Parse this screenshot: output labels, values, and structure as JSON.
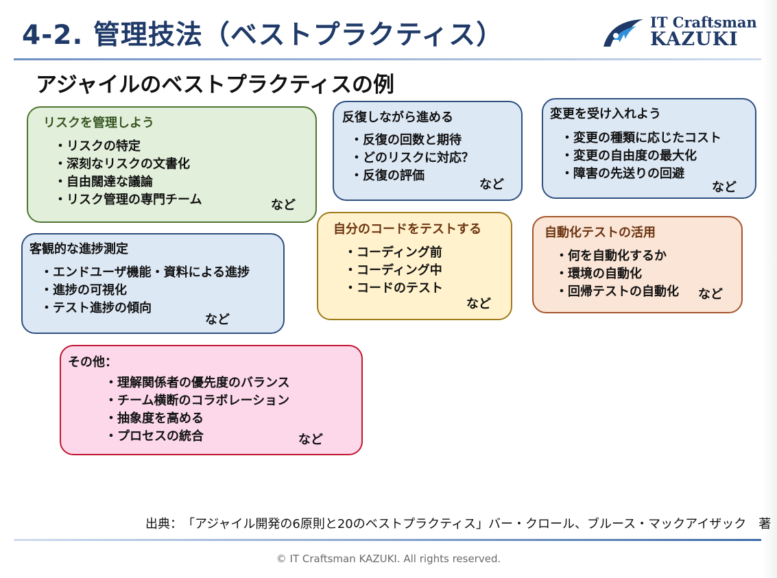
{
  "slide": {
    "title": "4-2.  管理技法（ベストプラクティス）",
    "subtitle": "アジャイルのベストプラクティスの例"
  },
  "logo": {
    "line1": "IT Craftsman",
    "line2": "KAZUKI"
  },
  "cards": {
    "risk": {
      "title": "リスクを管理しよう",
      "items": [
        "リスクの特定",
        "深刻なリスクの文書化",
        "自由闊達な議論",
        "リスク管理の専門チーム"
      ],
      "etc": "など"
    },
    "iterate": {
      "title": "反復しながら進める",
      "items": [
        "反復の回数と期待",
        "どのリスクに対応？",
        "反復の評価"
      ],
      "etc": "など"
    },
    "change": {
      "title": "変更を受け入れよう",
      "items": [
        "変更の種類に応じたコスト",
        "変更の自由度の最大化",
        "障害の先送りの回避"
      ],
      "etc": "など"
    },
    "progress": {
      "title": "客観的な進捗測定",
      "items": [
        "エンドユーザ機能・資料による進捗",
        "進捗の可視化",
        "テスト進捗の傾向"
      ],
      "etc": "など"
    },
    "test_code": {
      "title": "自分のコードをテストする",
      "items": [
        "コーディング前",
        "コーディング中",
        "コードのテスト"
      ],
      "etc": "など"
    },
    "auto_test": {
      "title": "自動化テストの活用",
      "items": [
        "何を自動化するか",
        "環境の自動化",
        "回帰テストの自動化"
      ],
      "etc": "など"
    },
    "other": {
      "title": "その他：",
      "items": [
        "理解関係者の優先度のバランス",
        "チーム横断のコラボレーション",
        "抽象度を高める",
        "プロセスの統合"
      ],
      "etc": "など"
    }
  },
  "source_note": "出典：　「アジャイル開発の6原則と20のベストプラクティス」バー・クロール、ブルース・マックアイザック　著",
  "copyright": "© IT Craftsman KAZUKI. All rights reserved.",
  "colors": {
    "title": "#1f3a68",
    "green_bg": "#e2efda",
    "blue_bg": "#dde8f5",
    "yellow_bg": "#fff2cc",
    "orange_bg": "#fbe5d6",
    "pink_bg": "#fcd8ea"
  }
}
